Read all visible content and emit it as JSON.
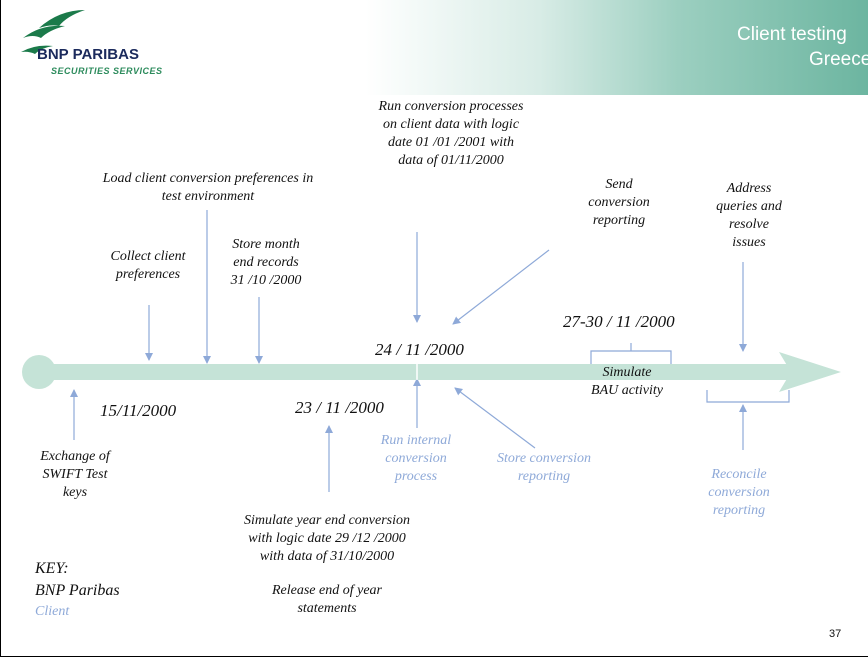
{
  "header": {
    "title_line1": "Client testing",
    "title_line2": "Greece",
    "logo_name": "BNP PARIBAS",
    "logo_subtitle": "SECURITIES SERVICES"
  },
  "notes": {
    "load_prefs": "Load client conversion preferences in\ntest environment",
    "collect_prefs": "Collect client\npreferences",
    "store_month_end": "Store month\nend records\n31 /10 /2000",
    "run_conversion": "Run conversion processes\non client data with logic\ndate  01 /01 /2001 with\ndata of 01/11/2000",
    "send_reporting": "Send\nconversion\nreporting",
    "address_queries": "Address\nqueries and\nresolve\nissues",
    "simulate_bau": "Simulate\nBAU activity",
    "exchange_keys": "Exchange of\nSWIFT Test\nkeys",
    "run_internal": "Run internal\nconversion\nprocess",
    "store_reporting": "Store conversion\nreporting",
    "reconcile": "Reconcile\nconversion\nreporting",
    "simulate_year_end": "Simulate year end conversion\nwith logic date   29 /12 /2000\nwith data of 31/10/2000",
    "release_statements": "Release end of year\nstatements"
  },
  "dates": {
    "d1": "15/11/2000",
    "d2": "23 / 11 /2000",
    "d3": "24 / 11 /2000",
    "d4": "27-30 / 11 /2000"
  },
  "key": {
    "title": "KEY:",
    "bnp": "BNP Paribas",
    "client": "Client"
  },
  "page_number": "37",
  "colors": {
    "timeline": "#c5e3d7",
    "arrow_line": "#8ea9d8",
    "client_text": "#8ea9d8",
    "title_text": "#ffffff",
    "logo_navy": "#1b2a5c",
    "logo_green": "#2c8b5c"
  }
}
